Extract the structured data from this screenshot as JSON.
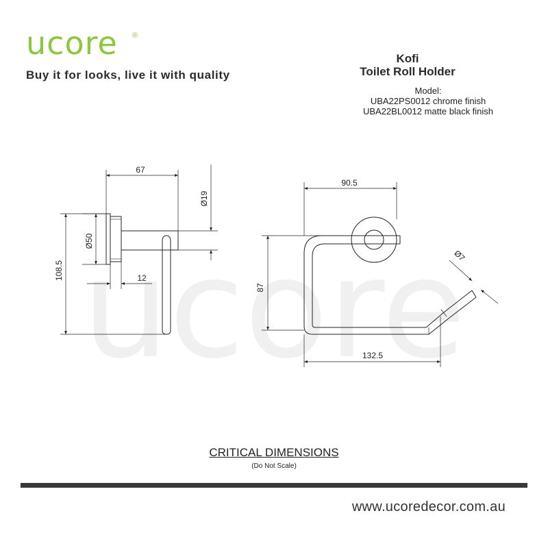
{
  "brand": {
    "logo_text": "ucore",
    "registered_mark": "®",
    "tagline": "Buy it for looks, live it with quality",
    "accent_color": "#8dc63f"
  },
  "product": {
    "name": "Kofi",
    "type": "Toilet Roll Holder",
    "model_label": "Model:",
    "models": [
      "UBA22PS0012 chrome finish",
      "UBA22BL0012 matte black finish"
    ]
  },
  "watermark": {
    "text": "ucore",
    "color": "#eeeeee"
  },
  "side_view": {
    "dim_width": "67",
    "dim_rose_dia": "Ø50",
    "dim_arm_dia": "Ø19",
    "dim_height": "108.5",
    "dim_depth": "12"
  },
  "front_view": {
    "dim_top_width": "90.5",
    "dim_height": "87",
    "dim_bottom_width": "132.5",
    "dim_rod_dia": "Ø7"
  },
  "notes": {
    "title": "CRITICAL DIMENSIONS",
    "subtitle": "(Do Not Scale)"
  },
  "footer": {
    "website": "www.ucoredecor.com.au"
  }
}
